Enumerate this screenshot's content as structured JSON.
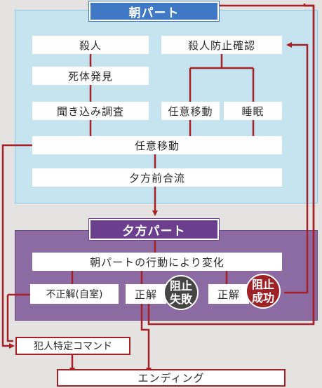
{
  "morning": {
    "header": "朝パート",
    "murder": "殺人",
    "prevent": "殺人防止確認",
    "body_found": "死体発見",
    "investigation": "聞き込み調査",
    "voluntary_move": "任意移動",
    "sleep": "睡眠",
    "voluntary_move_all": "任意移動",
    "evening_merge": "夕方前合流"
  },
  "evening": {
    "header": "夕方パート",
    "change": "朝パートの行動により変化",
    "wrong": "不正解(自室)",
    "correct1": "正解",
    "fail_circle": "阻止失敗",
    "correct2": "正解",
    "success_circle": "阻止成功"
  },
  "bottom": {
    "culprit_command": "犯人特定コマンド",
    "ending": "エンディング"
  },
  "colors": {
    "line": "#a52126",
    "morning_bg": "#c6e3f0",
    "evening_bg": "#8c6aa2"
  }
}
